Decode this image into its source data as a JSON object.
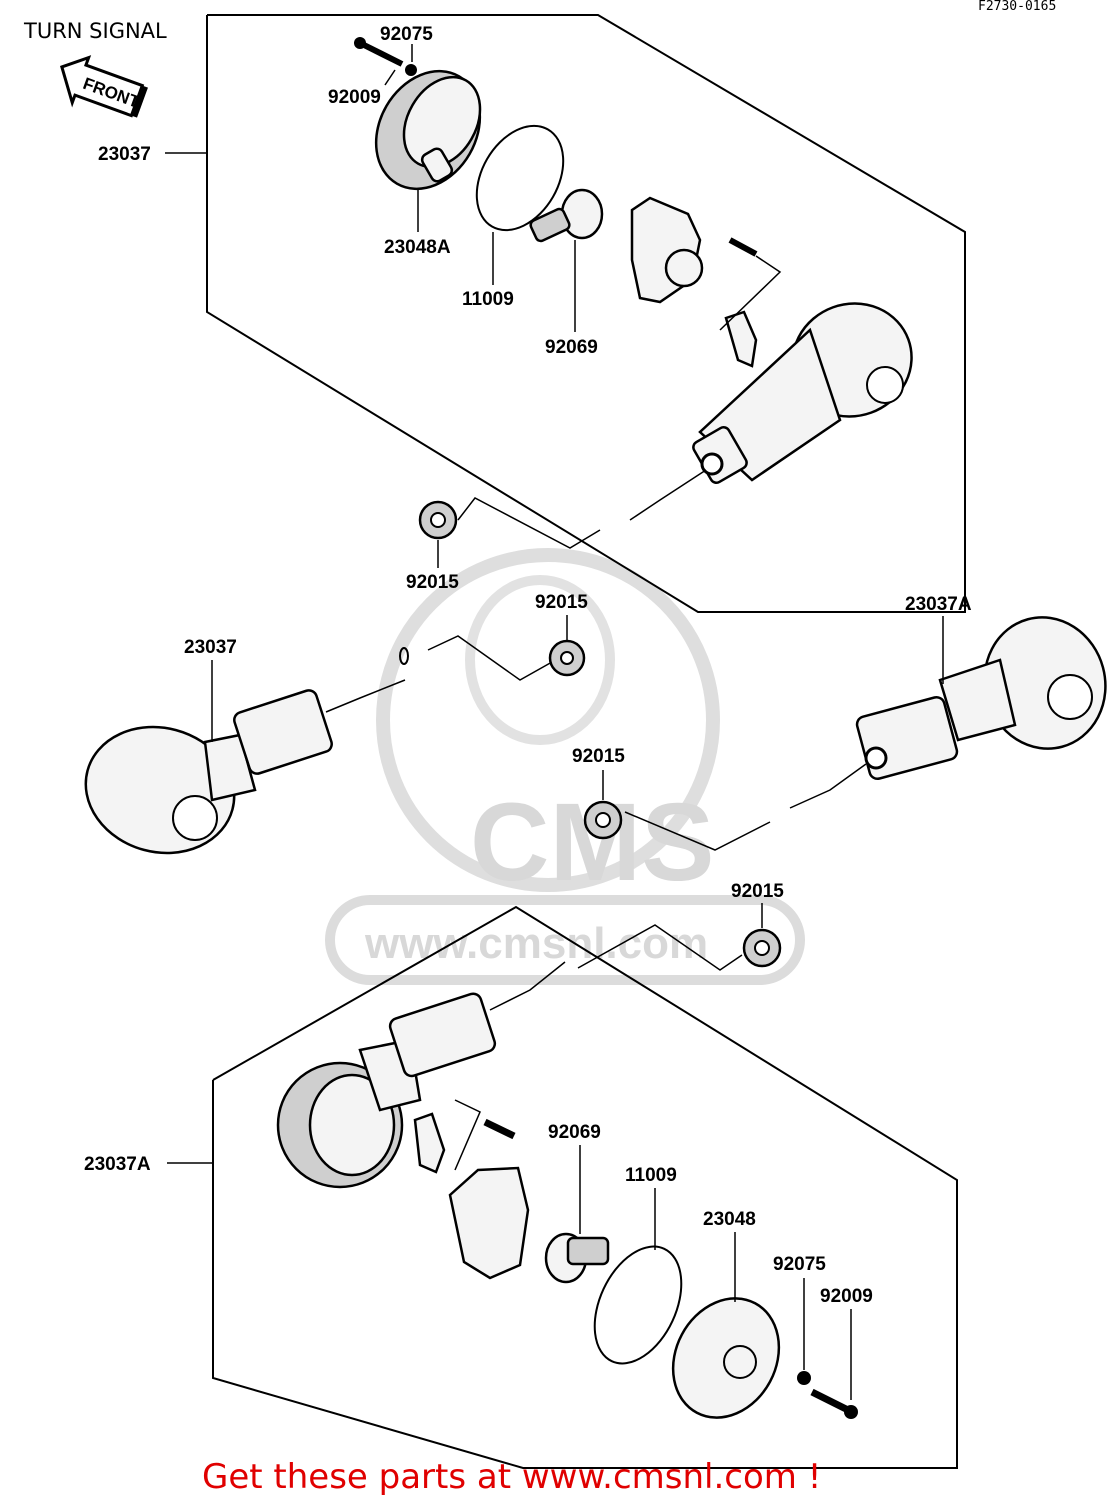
{
  "title": "TURN SIGNAL",
  "drawing_code": "F2730-0165",
  "front_label": "FRONT",
  "watermark": {
    "brand": "CMS",
    "url": "www.cmsnl.com"
  },
  "labels": {
    "top_92075": "92075",
    "top_92009": "92009",
    "top_23037": "23037",
    "top_23048A": "23048A",
    "top_11009": "11009",
    "top_92069": "92069",
    "nut_a": "92015",
    "nut_b": "92015",
    "nut_c": "92015",
    "nut_d": "92015",
    "left_23037": "23037",
    "right_23037A": "23037A",
    "bottom_23037A": "23037A",
    "bottom_92069": "92069",
    "bottom_11009": "11009",
    "bottom_23048": "23048",
    "bottom_92075": "92075",
    "bottom_92009": "92009"
  },
  "footer": "Get these parts at www.cmsnl.com !"
}
